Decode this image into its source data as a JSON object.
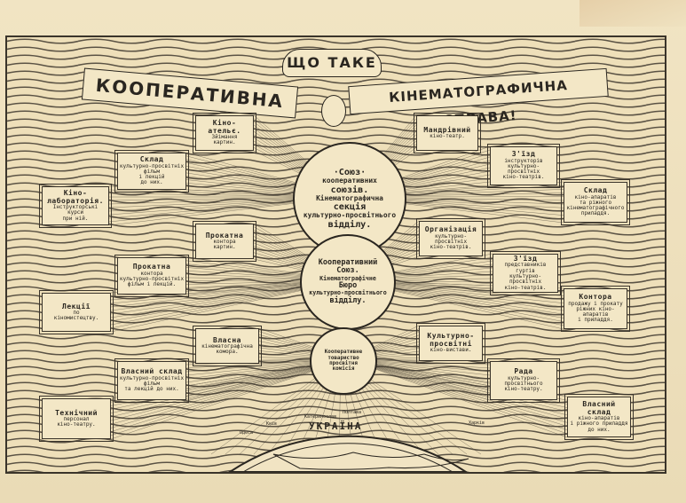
{
  "banner": {
    "top": "ЩО ТАКЕ",
    "left": "КООПЕРАТИВНА",
    "right": "КІНЕМАТОГРАФИЧНА СПРАВА!"
  },
  "centers": [
    {
      "lines": [
        "·Союз·",
        "кооперативних",
        "союзів.",
        "Кінематографична",
        "секція",
        "культурно-просвітнього",
        "відділу."
      ]
    },
    {
      "lines": [
        "Кооперативний",
        "Союз.",
        "Кінематографічне",
        "Бюро",
        "культурно-просвітнього",
        "відділу."
      ]
    },
    {
      "lines": [
        "Кооперативне",
        "товариство",
        "просвітня",
        "комісія"
      ]
    }
  ],
  "left_boxes": [
    {
      "title": "Кіно-ательє.",
      "sub": [
        "Зйімання",
        "картин."
      ]
    },
    {
      "title": "Склад",
      "sub": [
        "культурно-просвітніх",
        "фільм",
        "і лекцій",
        "до них."
      ]
    },
    {
      "title": "Кіно-лабораторія.",
      "sub": [
        "Інструкторські",
        "курси",
        "при ній."
      ]
    },
    {
      "title": "Прокатна",
      "sub": [
        "контора",
        "картин."
      ]
    },
    {
      "title": "Прокатна",
      "sub": [
        "контора",
        "культурно-просвітніх",
        "фільм і лекцій."
      ]
    },
    {
      "title": "Лекції",
      "sub": [
        "по",
        "кіномистецтву."
      ]
    },
    {
      "title": "Власна",
      "sub": [
        "кінематографічна",
        "комора."
      ]
    },
    {
      "title": "Власний склад",
      "sub": [
        "культурно-просвітніх",
        "фільм",
        "та лекцій до них."
      ]
    },
    {
      "title": "Технічний",
      "sub": [
        "персонал",
        "кіно-театру."
      ]
    }
  ],
  "right_boxes": [
    {
      "title": "Мандрівний",
      "sub": [
        "кіно-театр."
      ]
    },
    {
      "title": "З'їзд",
      "sub": [
        "інструкторів",
        "культурно-просвітніх",
        "кіно-театрів."
      ]
    },
    {
      "title": "Склад",
      "sub": [
        "кіно-апаратів",
        "та ріжного",
        "кінематографічного",
        "приладдя."
      ]
    },
    {
      "title": "Організація",
      "sub": [
        "культурно-просвітніх",
        "кіно-театрів."
      ]
    },
    {
      "title": "З'їзд",
      "sub": [
        "представників гуртів",
        "культурно-просвітніх",
        "кіно-театрів."
      ]
    },
    {
      "title": "Контора",
      "sub": [
        "продажу і прокату",
        "ріжних кіно-апаратів",
        "і приладдя."
      ]
    },
    {
      "title": "Культурно-просвітні",
      "sub": [
        "кіно-вистави."
      ]
    },
    {
      "title": "Рада",
      "sub": [
        "культурно-просвітнього",
        "кіно-театру."
      ]
    },
    {
      "title": "Власний склад",
      "sub": [
        "кіно-апаратів",
        "і ріжного приладдя",
        "до них."
      ]
    }
  ],
  "globe": {
    "title": "УКРАЇНА",
    "places": [
      "Київ",
      "Катеринослав",
      "Полтава",
      "Харків",
      "Одеса"
    ]
  }
}
